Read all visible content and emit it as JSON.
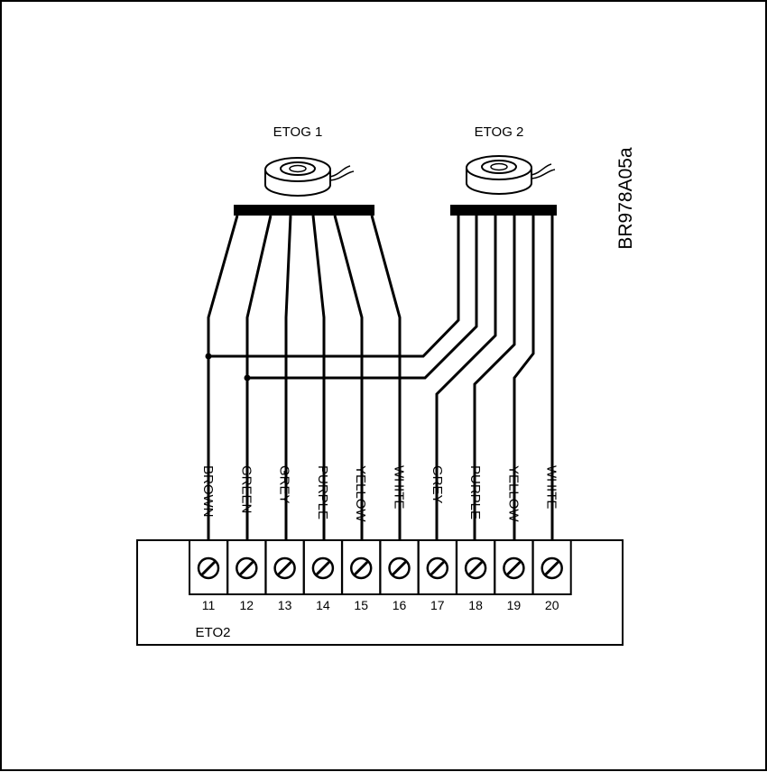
{
  "ref_code": "BR978A05a",
  "sensors": [
    {
      "label": "ETOG 1",
      "wire_count": 6
    },
    {
      "label": "ETOG 2",
      "wire_count": 6
    }
  ],
  "terminal_block": {
    "label": "ETO2",
    "terminals": [
      {
        "number": "11",
        "wire": "BROWN"
      },
      {
        "number": "12",
        "wire": "GREEN"
      },
      {
        "number": "13",
        "wire": "GREY"
      },
      {
        "number": "14",
        "wire": "PURPLE"
      },
      {
        "number": "15",
        "wire": "YELLOW"
      },
      {
        "number": "16",
        "wire": "WHITE"
      },
      {
        "number": "17",
        "wire": "GREY"
      },
      {
        "number": "18",
        "wire": "PURPLE"
      },
      {
        "number": "19",
        "wire": "YELLOW"
      },
      {
        "number": "20",
        "wire": "WHITE"
      }
    ]
  },
  "shared_connections": [
    {
      "from": "ETOG 2",
      "joins_terminal": "11"
    },
    {
      "from": "ETOG 2",
      "joins_terminal": "12"
    }
  ]
}
